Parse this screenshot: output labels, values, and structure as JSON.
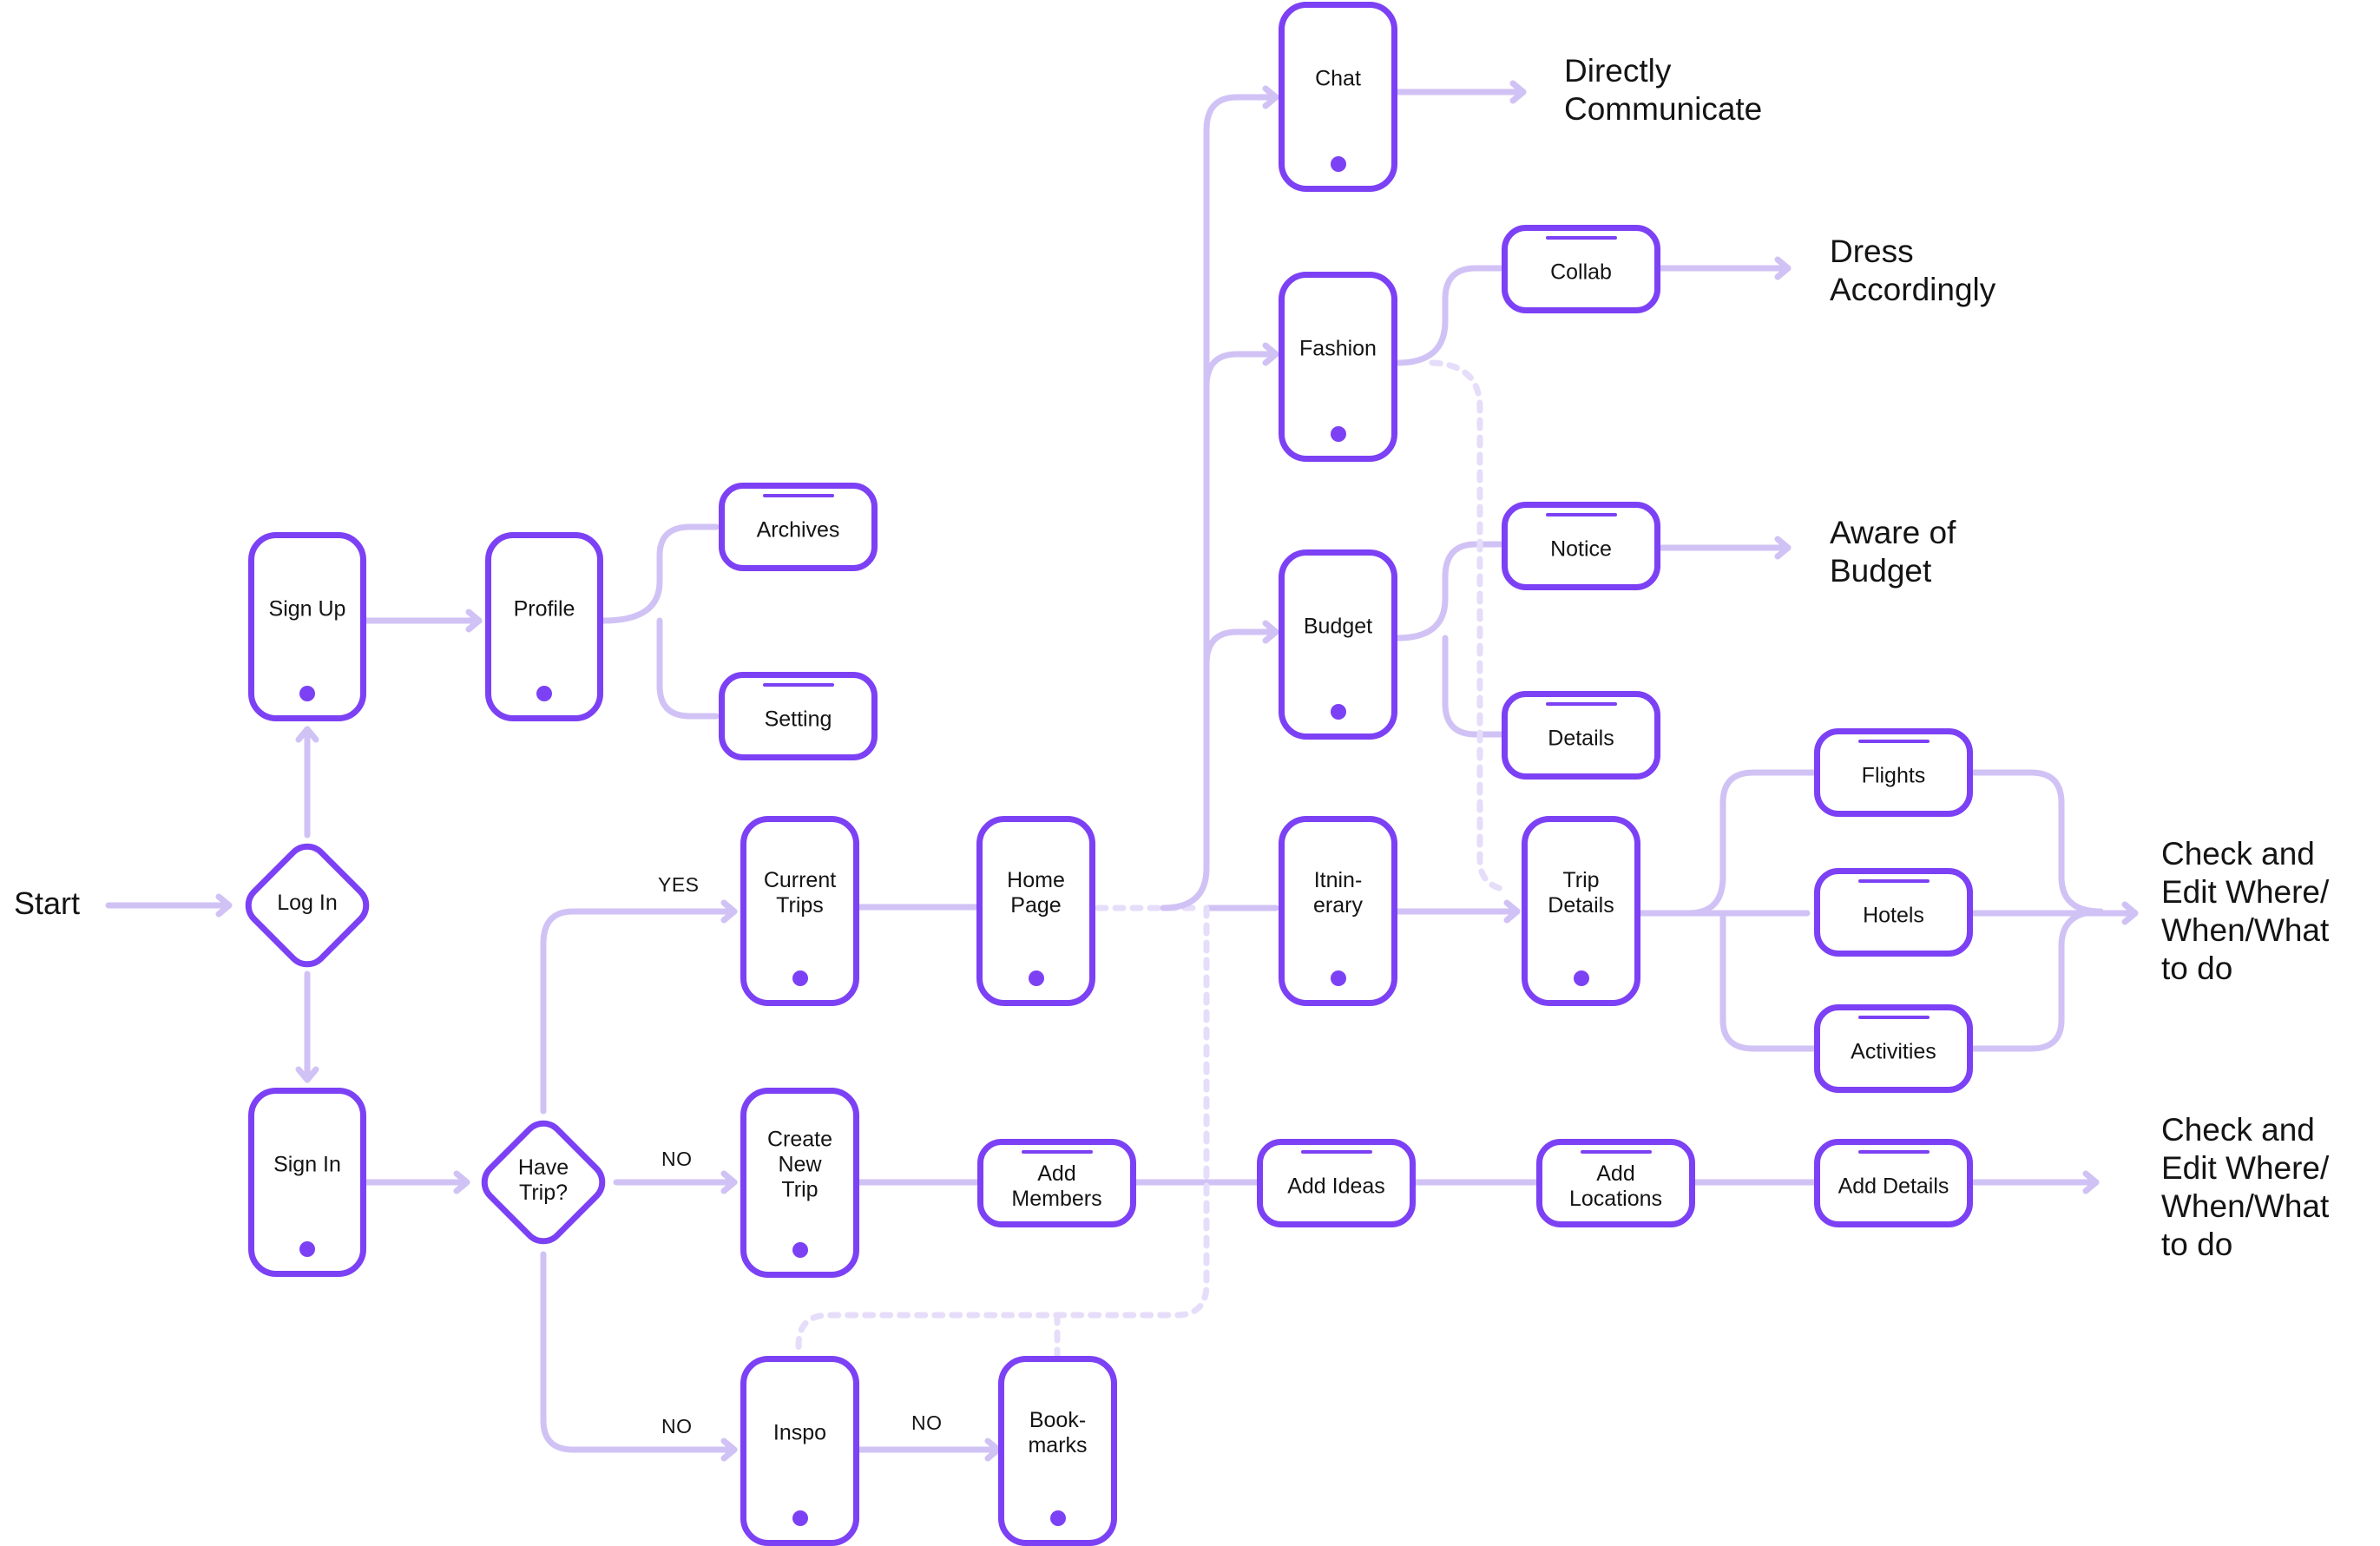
{
  "start": "Start",
  "decisions": {
    "login": "Log In",
    "have_trip": "Have\nTrip?"
  },
  "screens": {
    "signup": "Sign Up",
    "signin": "Sign In",
    "profile": "Profile",
    "current_trips": "Current\nTrips",
    "create_new_trip": "Create\nNew\nTrip",
    "inspo": "Inspo",
    "bookmarks": "Book-\nmarks",
    "home_page": "Home\nPage",
    "chat": "Chat",
    "fashion": "Fashion",
    "budget": "Budget",
    "itinerary": "Itnin-\nerary",
    "trip_details": "Trip\nDetails"
  },
  "cards": {
    "archives": "Archives",
    "setting": "Setting",
    "collab": "Collab",
    "notice": "Notice",
    "details": "Details",
    "flights": "Flights",
    "hotels": "Hotels",
    "activities": "Activities",
    "add_members": "Add\nMembers",
    "add_ideas": "Add Ideas",
    "add_locations": "Add\nLocations",
    "add_details": "Add Details"
  },
  "edge_labels": {
    "yes": "YES",
    "no_create": "NO",
    "no_inspo": "NO",
    "no_bookmarks": "NO"
  },
  "outcomes": {
    "communicate": "Directly\nCommunicate",
    "dress": "Dress\nAccordingly",
    "budget": "Aware of\nBudget",
    "check_top": "Check and\nEdit Where/\nWhen/What\nto do",
    "check_bottom": "Check and\nEdit Where/\nWhen/What\nto do"
  },
  "colors": {
    "accent": "#7c41f4",
    "connector": "#d1c2f5",
    "dotted_connector": "#e6ddfa",
    "text": "#141414"
  }
}
